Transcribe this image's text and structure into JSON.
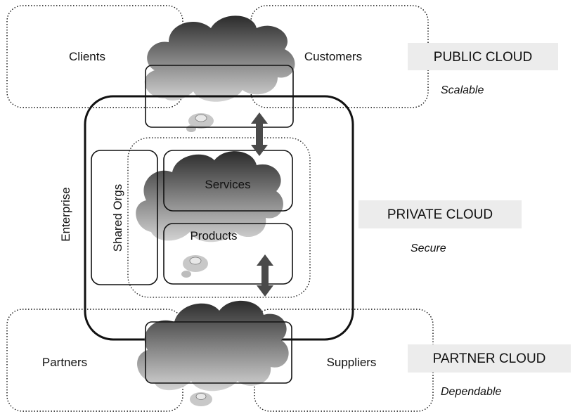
{
  "zones": {
    "public": {
      "title": "PUBLIC CLOUD",
      "tagline": "Scalable",
      "left_label": "Clients",
      "right_label": "Customers"
    },
    "private": {
      "title": "PRIVATE CLOUD",
      "tagline": "Secure",
      "enterprise_label": "Enterprise",
      "shared_label": "Shared Orgs",
      "services_label": "Services",
      "products_label": "Products"
    },
    "partner": {
      "title": "PARTNER CLOUD",
      "tagline": "Dependable",
      "left_label": "Partners",
      "right_label": "Suppliers"
    }
  },
  "colors": {
    "cloud_dark": "#2b2b2b",
    "cloud_light": "#d4d4d4",
    "title_box": "#ececec",
    "arrow": "#4a4a4a",
    "stroke": "#111111"
  }
}
